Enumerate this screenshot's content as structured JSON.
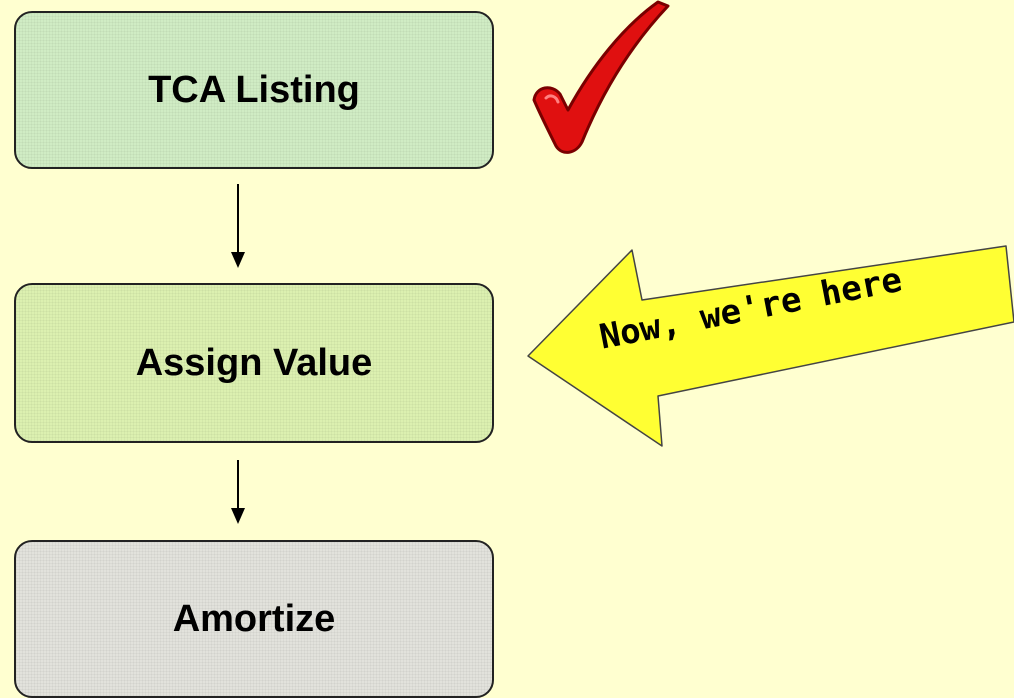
{
  "steps": [
    {
      "label": "TCA Listing"
    },
    {
      "label": "Assign Value"
    },
    {
      "label": "Amortize"
    }
  ],
  "callout": {
    "text": "Now, we're here"
  },
  "colors": {
    "background": "#ffffd0",
    "step1_fill": "#d0ecc4",
    "step2_fill": "#dcf0b0",
    "step3_fill": "#e2e2dc",
    "callout_fill": "#ffff33",
    "checkmark": "#e01010"
  },
  "icons": {
    "completed_step": "checkmark-icon"
  }
}
